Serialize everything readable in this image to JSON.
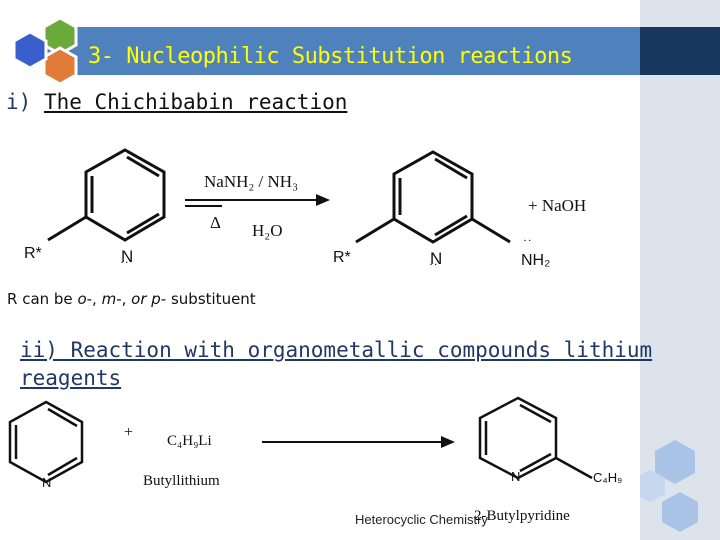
{
  "slide": {
    "title": "3- Nucleophilic Substitution reactions",
    "section1": {
      "prefix": "i) ",
      "title": "The Chichibabin reaction ",
      "reagent_top": "NaNH₂ / NH₃",
      "reagent_bottom_left": "Δ",
      "reagent_bottom_right": "H₂O",
      "reactant_substituent": "R*",
      "product_substituent": "R*",
      "ring_atom": "N",
      "product_group": "NH₂",
      "byproduct": "+ NaOH"
    },
    "note": {
      "text_a": "R can be ",
      "o": "o",
      "sep1": "-, ",
      "m": "m",
      "sep2": "-, ",
      "or_p": "or p",
      "text_b": "- substituent"
    },
    "section2": {
      "title": "ii) Reaction with organometallic compounds lithium reagents",
      "plus": "+",
      "reagent": "C₄H₉Li",
      "reagent_name": "Butyllithium",
      "ring_atom": "N",
      "product_group": "C₄H₉",
      "product_name": "2-Butylpyridine"
    },
    "footer": "Heterocyclic Chemistry"
  }
}
